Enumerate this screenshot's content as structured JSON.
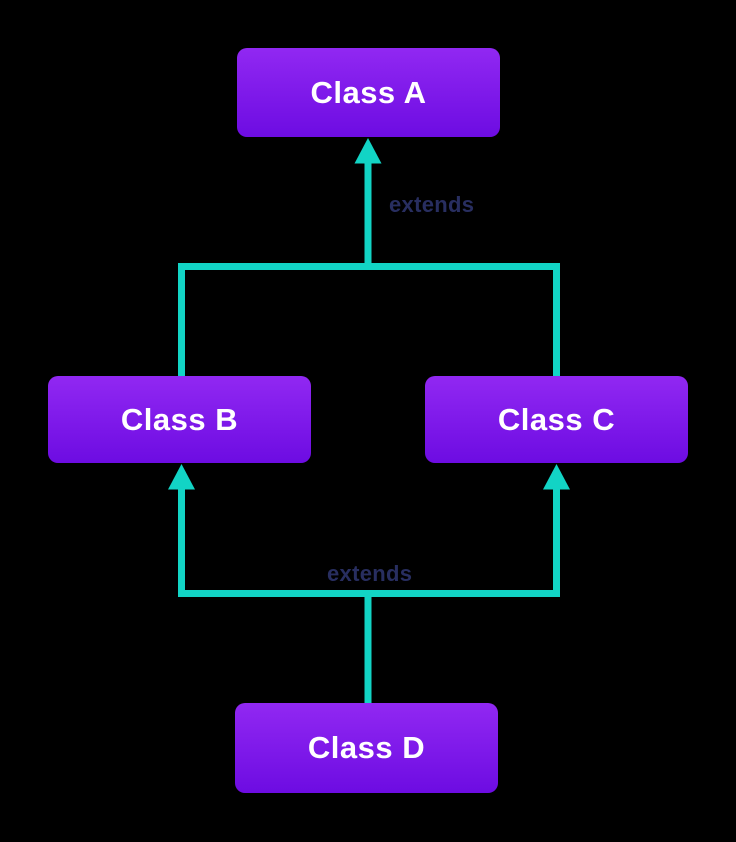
{
  "diagram": {
    "kind": "class-inheritance-diagram",
    "colors": {
      "background": "#000000",
      "connector_teal": "#12d4c5",
      "node_gradient_top": "#9128f2",
      "node_gradient_bottom": "#6d0ce2",
      "node_text": "#ffffff",
      "edge_label_navy": "#282e60"
    },
    "nodes": [
      {
        "id": "class-a",
        "label": "Class A"
      },
      {
        "id": "class-b",
        "label": "Class B"
      },
      {
        "id": "class-c",
        "label": "Class C"
      },
      {
        "id": "class-d",
        "label": "Class D"
      }
    ],
    "edges": [
      {
        "from": "Class B",
        "to": "Class A",
        "label": "extends"
      },
      {
        "from": "Class C",
        "to": "Class A",
        "label": "extends"
      },
      {
        "from": "Class D",
        "to": "Class B",
        "label": "extends"
      },
      {
        "from": "Class D",
        "to": "Class C",
        "label": "extends"
      }
    ],
    "visible_edge_labels": {
      "top": "extends",
      "bottom": "extends"
    }
  }
}
